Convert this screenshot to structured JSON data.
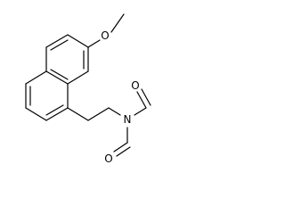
{
  "structure": {
    "atoms": {
      "methoxy_oxygen": "O",
      "amide_nitrogen": "N",
      "formyl_oxygen_1": "O",
      "formyl_oxygen_2": "O"
    },
    "colors": {
      "bond": "#000000",
      "label": "#000000",
      "background": "#ffffff"
    }
  }
}
